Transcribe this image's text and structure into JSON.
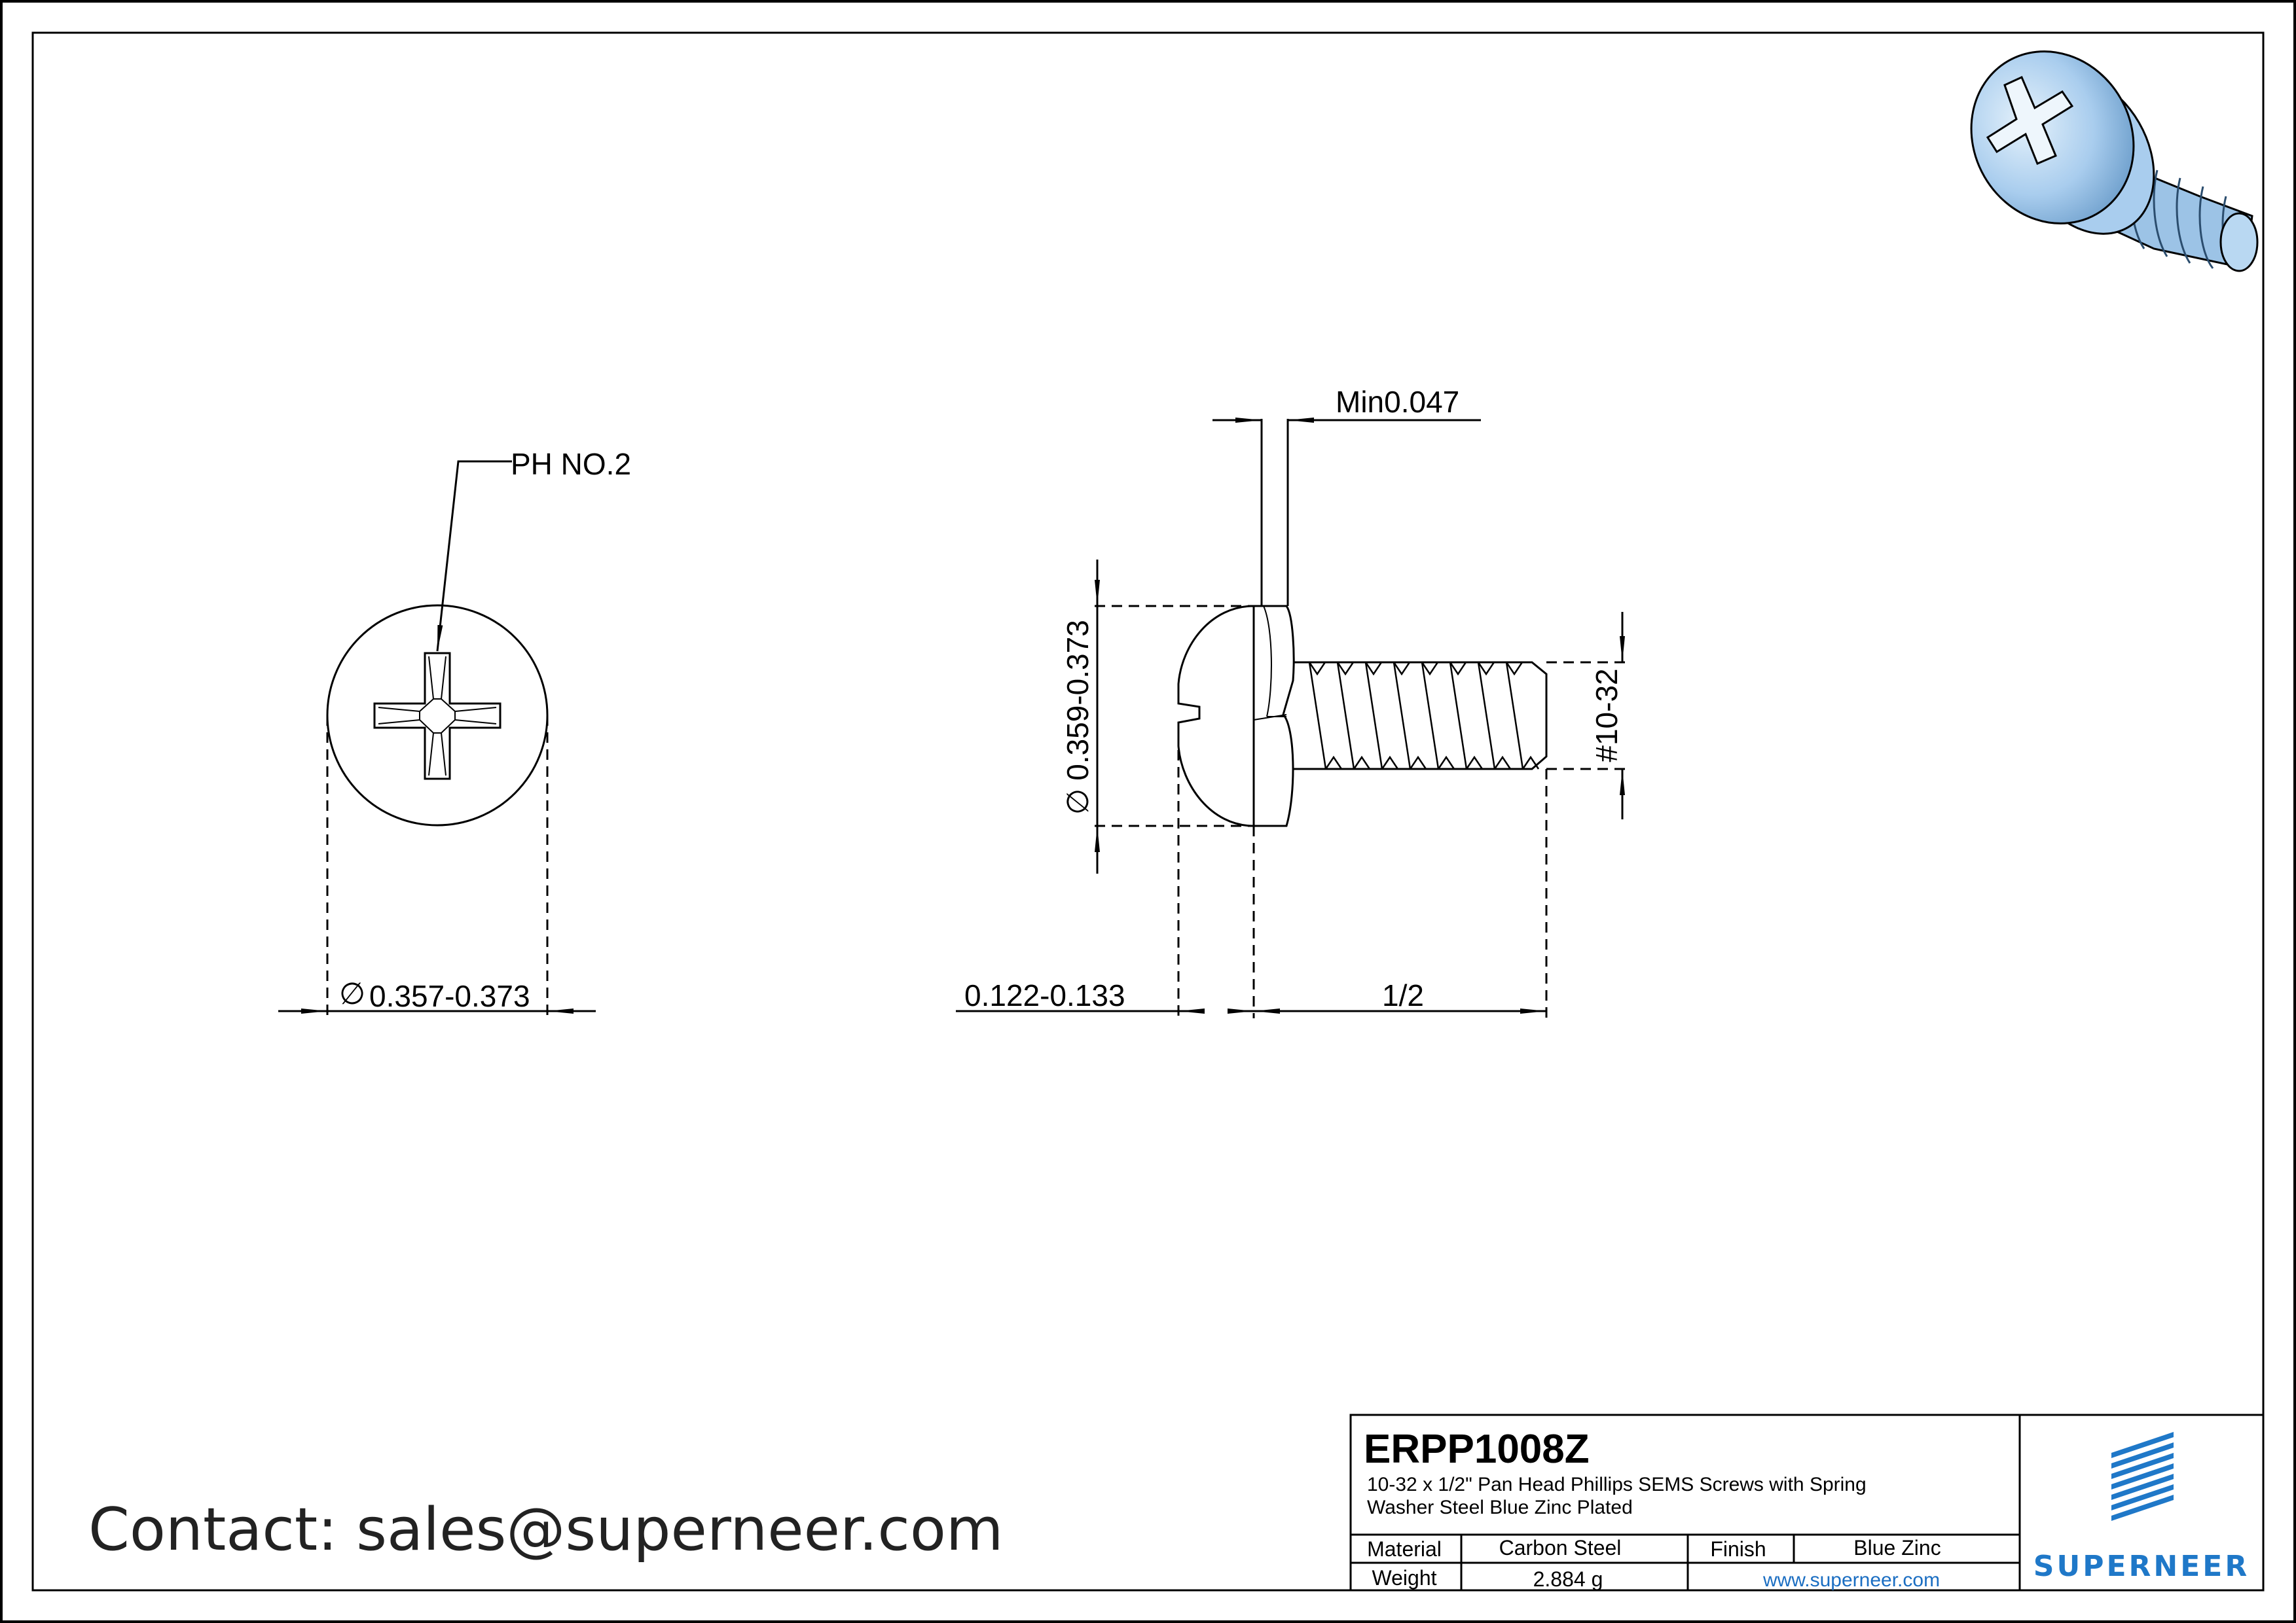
{
  "dimensions": {
    "drive_callout": "PH NO.2",
    "head_diameter_top": "0.357-0.373",
    "diameter_symbol": "∅",
    "head_diameter_side": "0.359-0.373",
    "washer_thickness": "Min0.047",
    "thread_size": "#10-32",
    "head_height": "0.122-0.133",
    "length": "1/2"
  },
  "contact": {
    "text": "Contact: sales@superneer.com"
  },
  "title_block": {
    "part_number": "ERPP1008Z",
    "description_line1": "10-32 x 1/2\" Pan Head Phillips SEMS Screws with Spring",
    "description_line2": "Washer Steel Blue Zinc Plated",
    "material_label": "Material",
    "material_value": "Carbon Steel",
    "finish_label": "Finish",
    "finish_value": "Blue Zinc",
    "weight_label": "Weight",
    "weight_value": "2.884 g",
    "website": "www.superneer.com",
    "brand": "SUPERNEER"
  },
  "colors": {
    "line": "#000000",
    "brand": "#1f78c8",
    "link": "#1b6ec2",
    "screw_render": "#a9cdee"
  },
  "icons": {
    "logo": "superneer-stripes-logo",
    "render": "screw-3d-render"
  }
}
